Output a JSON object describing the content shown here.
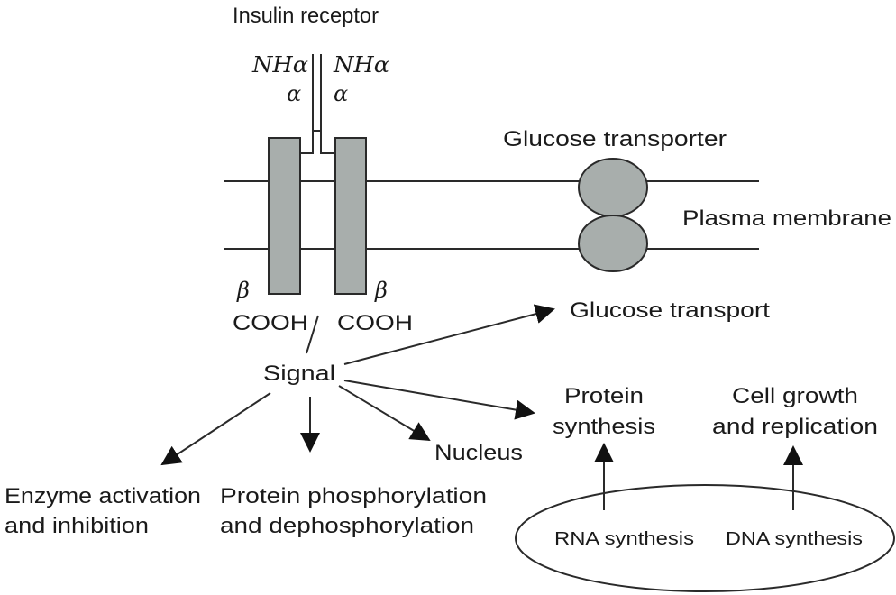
{
  "labels": {
    "insulin_receptor": "Insulin receptor",
    "nh_alpha_left": "NHα",
    "nh_alpha_right": "NHα",
    "alpha_left": "α",
    "alpha_right": "α",
    "beta_left": "β",
    "beta_right": "β",
    "cooh_left": "COOH",
    "cooh_right": "COOH",
    "glucose_transporter": "Glucose transporter",
    "plasma_membrane": "Plasma membrane",
    "glucose_transport": "Glucose transport",
    "signal": "Signal",
    "protein_synthesis_1": "Protein",
    "protein_synthesis_2": "synthesis",
    "cell_growth_1": "Cell growth",
    "cell_growth_2": "and replication",
    "nucleus": "Nucleus",
    "enzyme_1": "Enzyme activation",
    "enzyme_2": "and inhibition",
    "phospho_1": "Protein phosphorylation",
    "phospho_2": "and dephosphorylation",
    "rna_synthesis": "RNA synthesis",
    "dna_synthesis": "DNA synthesis"
  },
  "colors": {
    "receptor_fill": "#a8aeac",
    "line": "#2a2a2a"
  }
}
